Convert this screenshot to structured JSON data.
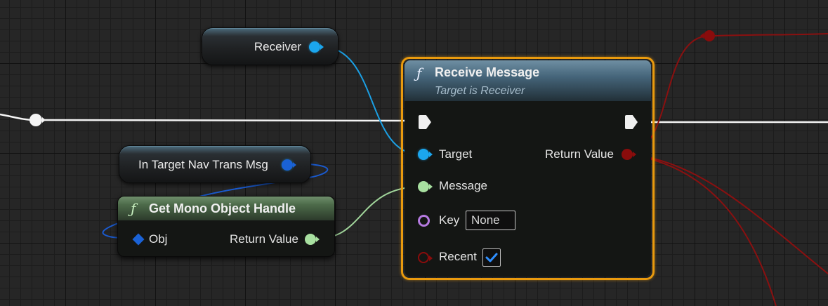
{
  "graph": {
    "receiver_var": {
      "label": "Receiver"
    },
    "nav_msg_var": {
      "label": "In Target Nav Trans Msg"
    },
    "get_mono_node": {
      "icon": "function-icon",
      "icon_glyph": "ƒ",
      "title": "Get Mono Object Handle",
      "input_label": "Obj",
      "output_label": "Return Value"
    },
    "receive_message_node": {
      "icon": "function-icon",
      "icon_glyph": "ƒ",
      "title": "Receive Message",
      "subtitle": "Target is Receiver",
      "pins": {
        "target": "Target",
        "message": "Message",
        "key": "Key",
        "recent": "Recent",
        "return_value": "Return Value"
      },
      "key_value": "None",
      "recent_checked": true
    }
  },
  "colors": {
    "object_pin": "#1ba6ee",
    "struct_pin": "#a8e0a0",
    "bool_pin": "#8a0c0c",
    "name_pin": "#b57ae0",
    "exec_wire": "#f4f4f4",
    "selection_outline": "#e99a0e"
  }
}
